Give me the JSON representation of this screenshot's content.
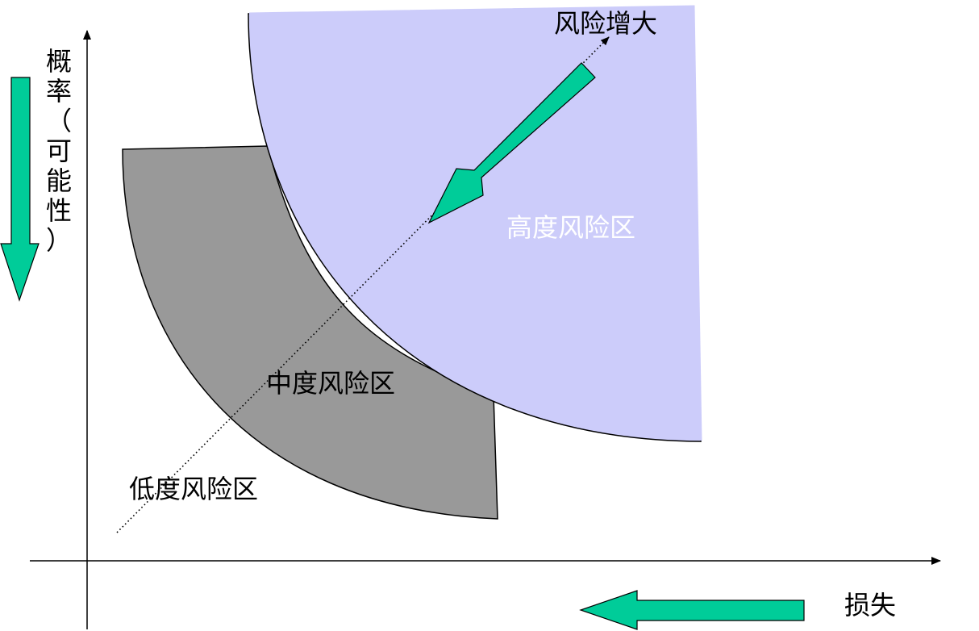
{
  "diagram": {
    "y_axis_label": "概率（可能性）",
    "x_axis_label": "损失",
    "direction_label": "风险增大",
    "zones": {
      "high": "高度风险区",
      "medium": "中度风险区",
      "low": "低度风险区"
    },
    "colors": {
      "high_zone": "#ccccfa",
      "medium_zone": "#999999",
      "arrow_fill": "#00cc99",
      "axis": "#000000",
      "high_label": "#ffffff"
    }
  }
}
